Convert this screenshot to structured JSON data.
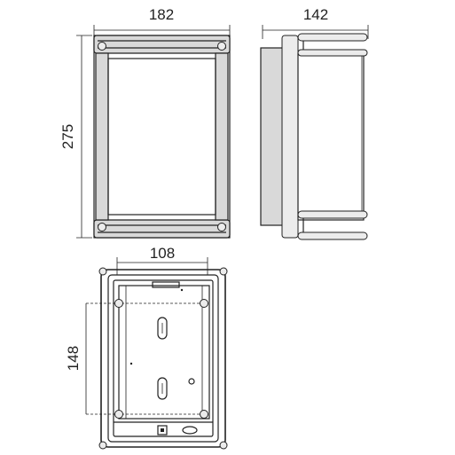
{
  "dimensions": {
    "front_width": "182",
    "side_depth": "142",
    "height": "275",
    "hole_spacing_horizontal": "108",
    "hole_spacing_vertical": "148"
  }
}
